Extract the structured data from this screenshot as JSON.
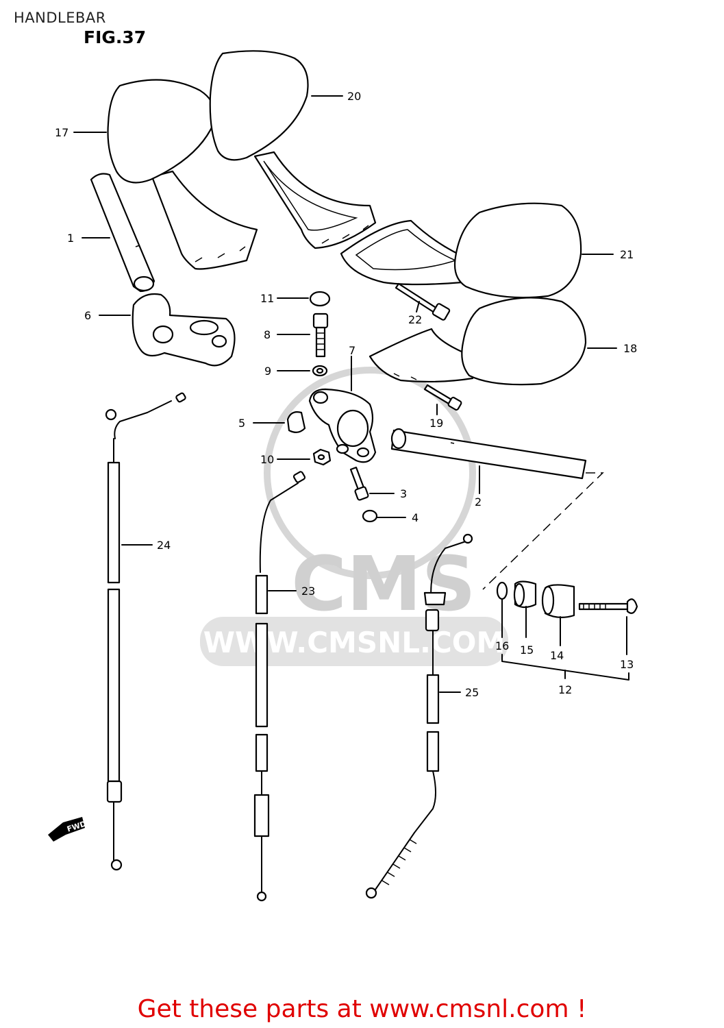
{
  "header": {
    "title": "HANDLEBAR",
    "figure": "FIG.37"
  },
  "watermark": {
    "brand": "CMS",
    "url": "WWW.CMSNL.COM"
  },
  "badge": {
    "text": "FWD"
  },
  "parts": {
    "p1": "1",
    "p2": "2",
    "p3": "3",
    "p4": "4",
    "p5": "5",
    "p6": "6",
    "p7": "7",
    "p8": "8",
    "p9": "9",
    "p10": "10",
    "p11": "11",
    "p12": "12",
    "p13": "13",
    "p14": "14",
    "p15": "15",
    "p16": "16",
    "p17": "17",
    "p18": "18",
    "p19": "19",
    "p20": "20",
    "p21": "21",
    "p22": "22",
    "p23": "23",
    "p24": "24",
    "p25": "25"
  },
  "footer": {
    "cta": "Get these parts at www.cmsnl.com !"
  },
  "colors": {
    "cta": "#e00000",
    "line": "#000000",
    "watermark": "#d0d0d0"
  }
}
